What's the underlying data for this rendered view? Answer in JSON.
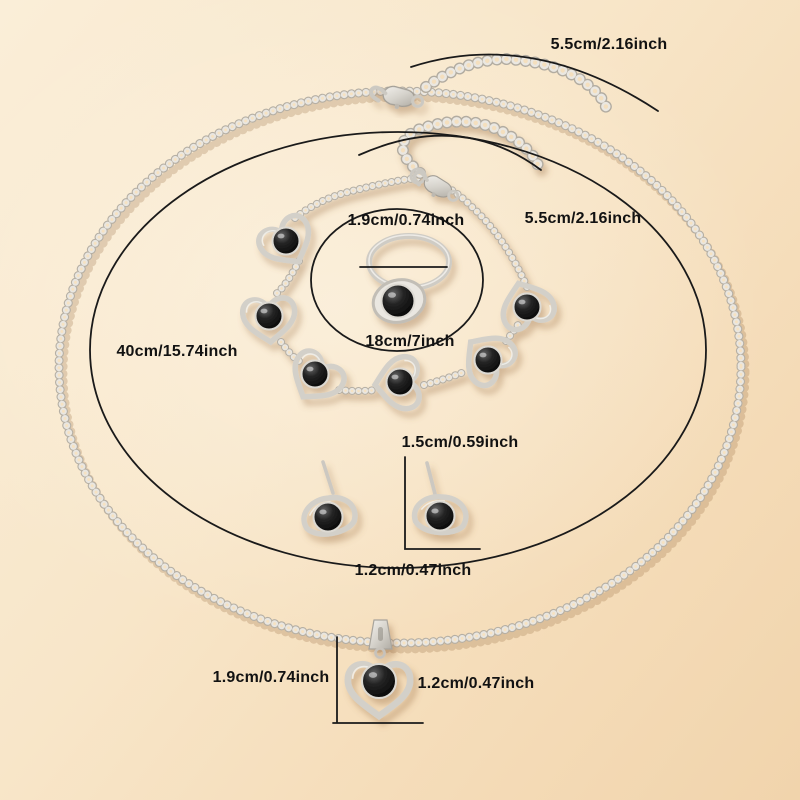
{
  "labels": {
    "necklace_extender_length": "5.5cm/2.16inch",
    "bracelet_extender_length": "5.5cm/2.16inch",
    "necklace_length": "40cm/15.74inch",
    "ring_gem_width": "1.9cm/0.74inch",
    "bracelet_length": "18cm/7inch",
    "earring_height": "1.5cm/0.59inch",
    "earring_width": "1.2cm/0.47inch",
    "pendant_height": "1.9cm/0.74inch",
    "pendant_width": "1.2cm/0.47inch"
  },
  "colors": {
    "background_light": "#faeed8",
    "background_dark": "#f1d4ac",
    "annotation_line": "#1a1a1a",
    "metal_silver": "#d3d0c9",
    "gem_black": "#0a0a0a"
  }
}
